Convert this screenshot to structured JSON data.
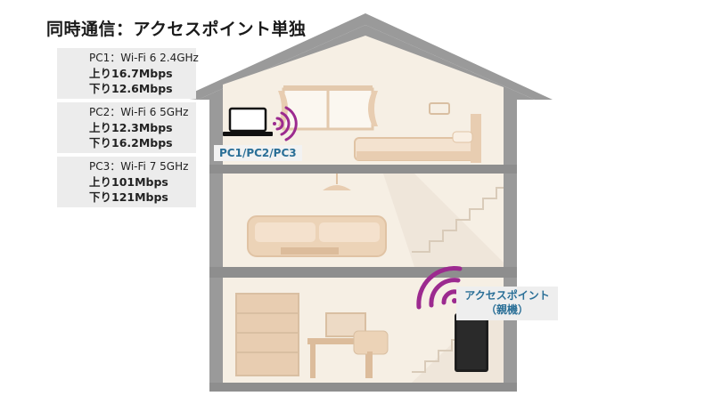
{
  "title": "同時通信：アクセスポイント単独",
  "speeds": [
    {
      "header": "PC1：Wi-Fi 6 2.4GHz",
      "up": "上り16.7Mbps",
      "down": "下り12.6Mbps"
    },
    {
      "header": "PC2：Wi-Fi 6 5GHz",
      "up": "上り12.3Mbps",
      "down": "下り16.2Mbps"
    },
    {
      "header": "PC3：Wi-Fi 7 5GHz",
      "up": "上り101Mbps",
      "down": "下り121Mbps"
    }
  ],
  "pc_label": "PC1/PC2/PC3",
  "ap_label_line1": "アクセスポイント",
  "ap_label_line2": "（親機）",
  "colors": {
    "wall": "#8c8c8c",
    "interior": "#f6efe4",
    "furniture": "#e8cdb1",
    "wifi": "#9c2a8f",
    "label_text": "#2a6f97"
  }
}
